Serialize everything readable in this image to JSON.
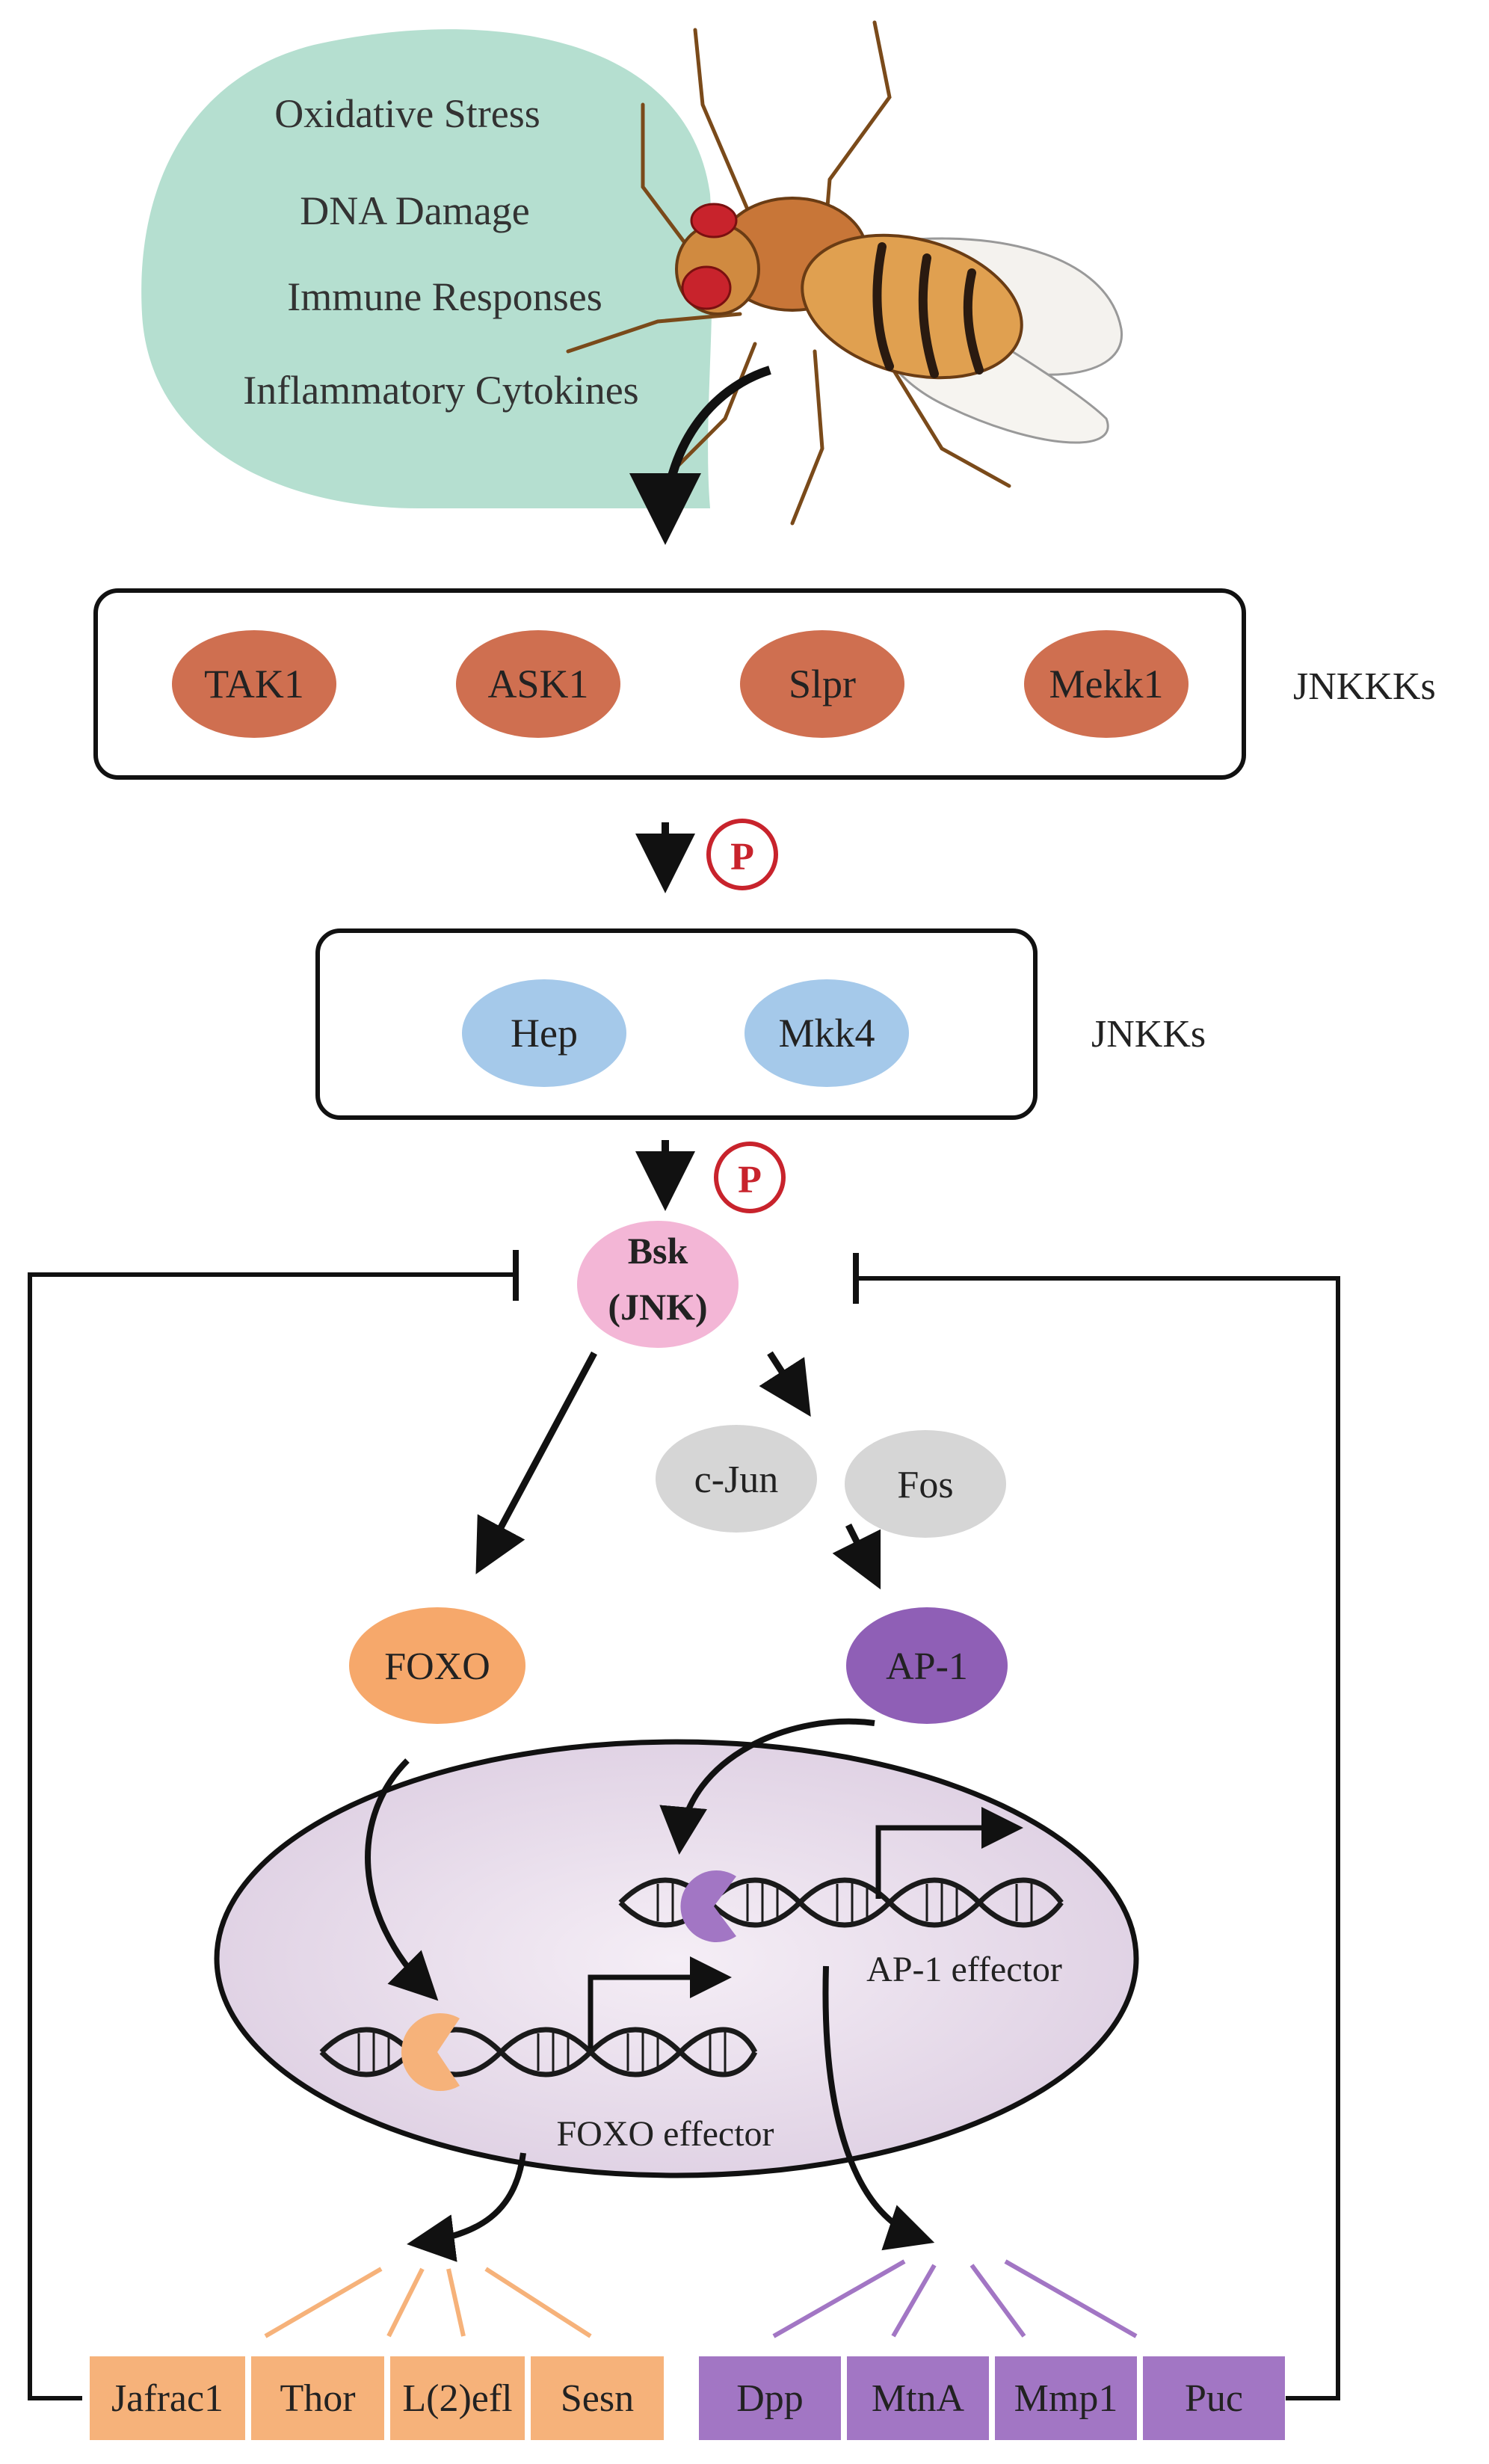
{
  "stimuli": [
    "Oxidative Stress",
    "DNA Damage",
    "Immune Responses",
    "Inflammatory Cytokines"
  ],
  "jnkkks": {
    "label": "JNKKKs",
    "kinases": [
      "TAK1",
      "ASK1",
      "Slpr",
      "Mekk1"
    ]
  },
  "jnkks": {
    "label": "JNKKs",
    "kinases": [
      "Hep",
      "Mkk4"
    ]
  },
  "phospho_symbol": "P",
  "jnk": {
    "line1": "Bsk",
    "line2": "(JNK)"
  },
  "ap1_partners": [
    "c-Jun",
    "Fos"
  ],
  "foxo": "FOXO",
  "ap1": "AP-1",
  "foxo_effector_label": "FOXO effector",
  "ap1_effector_label": "AP-1 effector",
  "foxo_targets": [
    "Jafrac1",
    "Thor",
    "L(2)efl",
    "Sesn"
  ],
  "ap1_targets": [
    "Dpp",
    "MtnA",
    "Mmp1",
    "Puc"
  ],
  "colors": {
    "stimulus_bubble": "#b5dfd0",
    "jnkkk": "#cf6f50",
    "jnkk": "#a5c9ea",
    "jnk": "#f3b6d6",
    "ap1_partner": "#d6d6d6",
    "foxo": "#f6a86b",
    "ap1": "#8f5fb6",
    "nucleus": "#ece1ef",
    "foxo_target": "#f6b27a",
    "ap1_target": "#a276c4",
    "phospho": "#c8232c"
  }
}
